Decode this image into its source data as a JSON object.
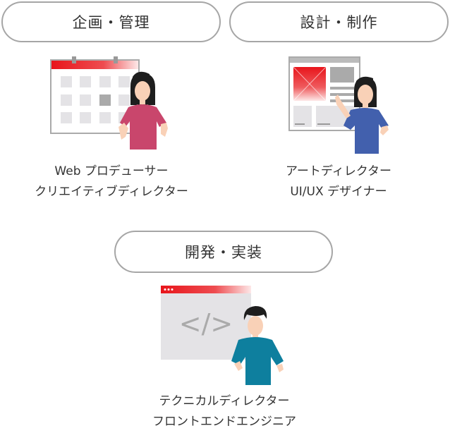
{
  "sections": [
    {
      "title": "企画・管理",
      "roles": [
        "Web プロデューサー",
        "クリエイティブディレクター"
      ],
      "illustration": "calendar-with-woman"
    },
    {
      "title": "設計・制作",
      "roles": [
        "アートディレクター",
        "UI/UX デザイナー"
      ],
      "illustration": "wireframe-with-woman"
    },
    {
      "title": "開発・実装",
      "roles": [
        "テクニカルディレクター",
        "フロントエンドエンジニア"
      ],
      "illustration": "code-window-with-man",
      "code_symbol": "</>"
    }
  ],
  "colors": {
    "accent_red": "#e8151b",
    "pill_border": "#a6a6a6",
    "text": "#333333",
    "shirt_pink": "#c9466c",
    "shirt_blue": "#4260ad",
    "shirt_teal": "#0e7f9e",
    "hair": "#1e1e1e",
    "skin": "#f9d1b7"
  }
}
